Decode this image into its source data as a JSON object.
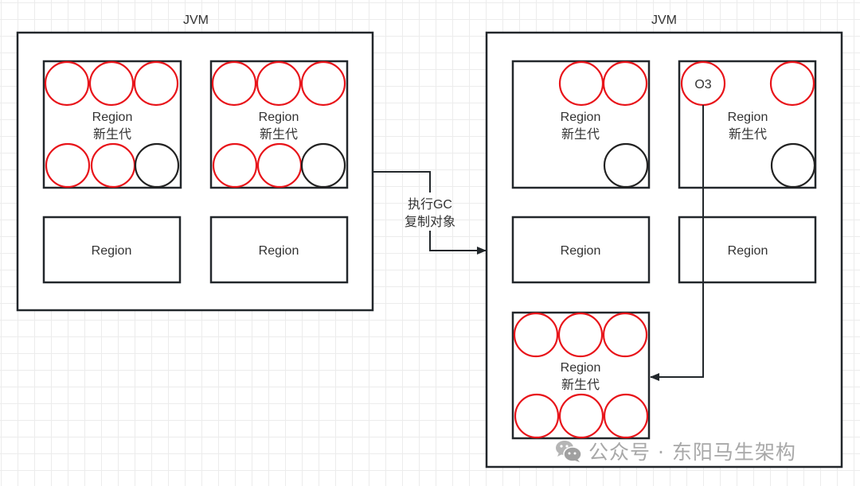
{
  "diagram": {
    "left_jvm": {
      "label": "JVM",
      "regions": [
        {
          "label": "Region",
          "sublabel": "新生代",
          "objects": [
            "live",
            "live",
            "live",
            "live",
            "live",
            "dead"
          ]
        },
        {
          "label": "Region",
          "sublabel": "新生代",
          "objects": [
            "live",
            "live",
            "live",
            "live",
            "live",
            "dead"
          ]
        },
        {
          "label": "Region"
        },
        {
          "label": "Region"
        }
      ]
    },
    "arrow": {
      "line1": "执行GC",
      "line2": "复制对象"
    },
    "right_jvm": {
      "label": "JVM",
      "regions": [
        {
          "label": "Region",
          "sublabel": "新生代"
        },
        {
          "label": "Region",
          "sublabel": "新生代",
          "object_label": "O3"
        },
        {
          "label": "Region"
        },
        {
          "label": "Region"
        },
        {
          "label": "Region",
          "sublabel": "新生代"
        }
      ]
    },
    "colors": {
      "live": "#e8141a",
      "dead": "#222222",
      "border": "#22272b",
      "text": "#333333"
    }
  },
  "watermark": {
    "text": "公众号 · 东阳马生架构"
  }
}
